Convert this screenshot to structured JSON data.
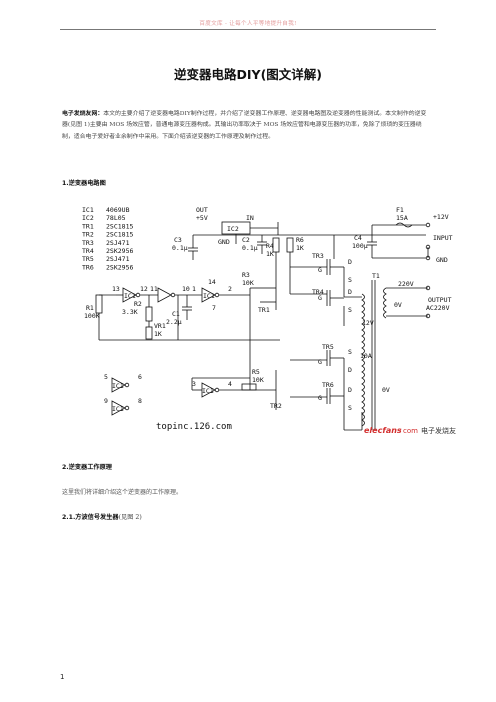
{
  "watermark": "百度文库 - 让每个人平等地提升自我!",
  "title": "逆变器电路DIY(图文详解)",
  "intro": {
    "lead": "电子发烧友网：",
    "body": "本文的主要介绍了逆变器电路DIY制作过程，并介绍了逆变器工作原理、逆变器电路图及逆变器的性能测试。本文制作的逆变器(见图 1)主要由 MOS 场效应管，普通电源变压器构成。其输出功率取决于 MOS 场效应管和电源变压器的功率，免除了烦琐的变压器绕制，适合电子爱好者业余制作中采用。下面介绍该逆变器的工作原理及制作过程。"
  },
  "sections": {
    "s1": "1.逆变器电路图",
    "s2": "2.逆变器工作原理",
    "s2_text": "这里我们将详细介绍这个逆变器的工作原理。",
    "s21": "2.1.方波信号发生器",
    "s21_sub": "(见图 2)"
  },
  "schematic": {
    "parts_list": [
      {
        "ref": "IC1",
        "part": "4069UB"
      },
      {
        "ref": "IC2",
        "part": "78L05"
      },
      {
        "ref": "TR1",
        "part": "2SC1815"
      },
      {
        "ref": "TR2",
        "part": "2SC1815"
      },
      {
        "ref": "TR3",
        "part": "2SJ471"
      },
      {
        "ref": "TR4",
        "part": "2SK2956"
      },
      {
        "ref": "TR5",
        "part": "2SJ471"
      },
      {
        "ref": "TR6",
        "part": "2SK2956"
      }
    ],
    "labels": {
      "out": "OUT",
      "plus5v": "+5V",
      "in": "IN",
      "ic2": "IC2",
      "gnd": "GND",
      "c3": "C3",
      "c3v": "0.1μ",
      "c2": "C2",
      "c2v": "0.1μ",
      "r4": "R4",
      "r4v": "1K",
      "r6": "R6",
      "r6v": "1K",
      "c4": "C4",
      "c4v": "100μ",
      "f1": "F1",
      "f1v": "15A",
      "plus12v": "+12V",
      "input": "INPUT",
      "gnd2": "GND",
      "t1": "T1",
      "v220": "220V",
      "v0": "0V",
      "output": "OUTPUT",
      "ac220v": "AC220V",
      "v12": "12V",
      "a10": "10A",
      "v0b": "0V",
      "r1": "R1",
      "r1v": "100K",
      "r2": "R2",
      "r2v": "3.3K",
      "vr1": "VR1",
      "vr1v": "1K",
      "c1": "C1",
      "c1v": "2.2μ",
      "r3": "R3",
      "r3v": "10K",
      "r5": "R5",
      "r5v": "10K",
      "tr1": "TR1",
      "tr2": "TR2",
      "tr3": "TR3",
      "tr4": "TR4",
      "tr5": "TR5",
      "tr6": "TR6",
      "ic1": "IC1",
      "pin13": "13",
      "pin12": "12",
      "pin11": "11",
      "pin10": "10",
      "pin14": "14",
      "pin2": "2",
      "pin7": "7",
      "pin1": "1",
      "pin3": "3",
      "pin4": "4",
      "pin5": "5",
      "pin6": "6",
      "pin9": "9",
      "pin8": "8",
      "g": "G",
      "d": "D",
      "s": "S",
      "site": "topinc.126.com",
      "logo_main": "elecfans",
      "logo_dot": "·",
      "logo_com": "com",
      "logo_cn": "电子发烧友"
    }
  },
  "page_number": "1"
}
